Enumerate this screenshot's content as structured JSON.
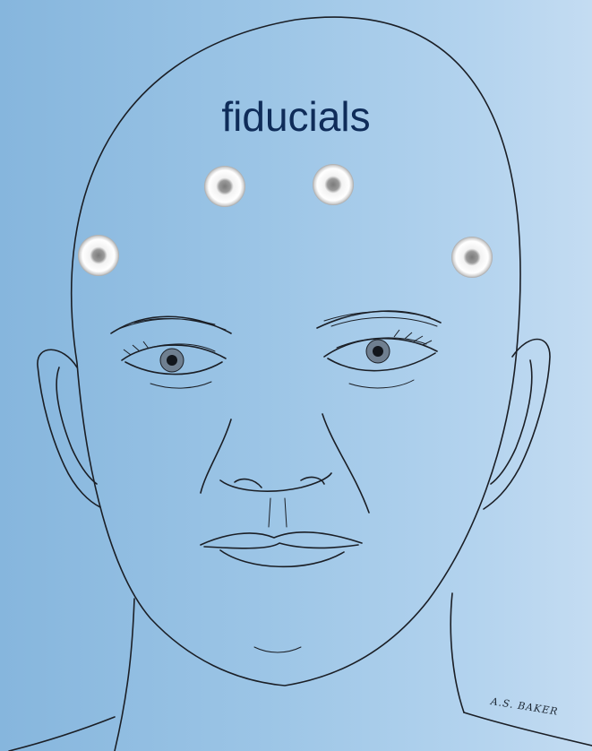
{
  "title": "fiducials",
  "signature": "A.S. BAKER",
  "colors": {
    "background_left": "#86b6dd",
    "background_right": "#c4dcf2",
    "title": "#0f2c59",
    "line_art": "#1b1f26",
    "marker_ring": "#f4f4f4",
    "marker_center": "#7d7d7d"
  },
  "markers": [
    {
      "name": "fiducial-forehead-left"
    },
    {
      "name": "fiducial-forehead-right"
    },
    {
      "name": "fiducial-temple-left"
    },
    {
      "name": "fiducial-temple-right"
    }
  ]
}
